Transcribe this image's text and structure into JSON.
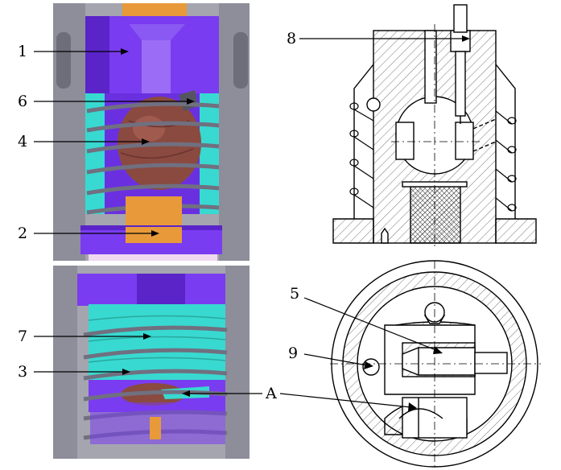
{
  "figure": {
    "labels": {
      "l1": "1",
      "l2": "2",
      "l3": "3",
      "l4": "4",
      "l5": "5",
      "l6": "6",
      "l7": "7",
      "l8": "8",
      "l9": "9",
      "lA": "A"
    },
    "colors": {
      "body_purple": "#7a3cf0",
      "dark_purple": "#5a24c8",
      "spring_cyan": "#38d9d0",
      "steel_grey": "#9a9aa6",
      "ball_brown": "#8a4a40",
      "pin_orange": "#e89a3a",
      "line": "#000000"
    }
  }
}
